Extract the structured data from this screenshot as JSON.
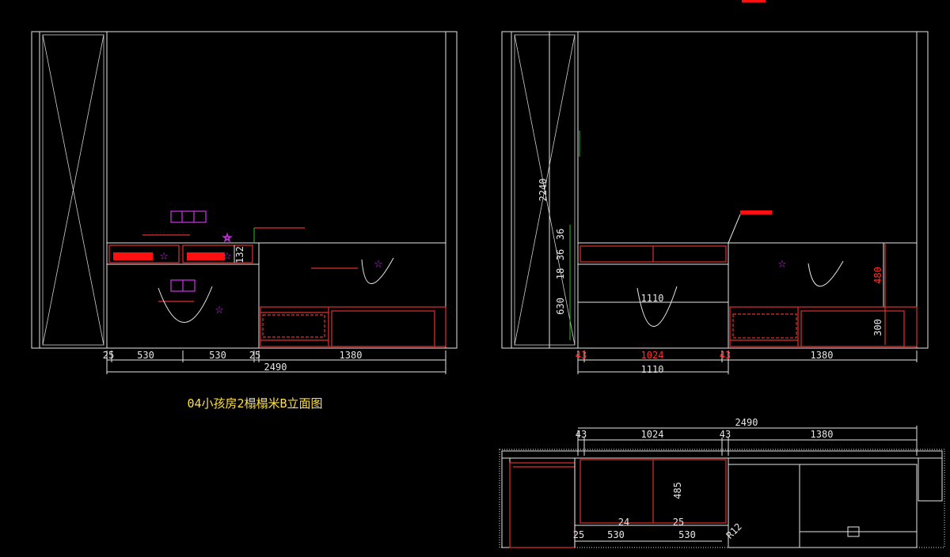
{
  "drawing_title": "04小孩房2榻榻米B立面图",
  "colors": {
    "background": "#000000",
    "line": "#e6e6e6",
    "furniture": "#e03030",
    "marker": "#c030d8",
    "title": "#ffe040",
    "green": "#30c030"
  },
  "icons": {
    "star": "☆"
  },
  "left_elevation": {
    "bottom_dims": [
      "25",
      "530",
      "530",
      "25",
      "1380"
    ],
    "overall_dim": "2490",
    "vertical_dim": "132"
  },
  "right_elevation": {
    "bottom_dims": [
      "43",
      "1024",
      "43",
      "1380"
    ],
    "overall_dim": "1110",
    "height_dim": "2240",
    "left_vertical_dims": [
      "36",
      "36",
      "18",
      "630"
    ],
    "inner_width": "1110",
    "right_vertical_dims": [
      "480",
      "300"
    ]
  },
  "plan_view": {
    "overall_dim": "2490",
    "top_dims": [
      "43",
      "1024",
      "43",
      "1380"
    ],
    "bottom_dims": [
      "25",
      "530",
      "530"
    ],
    "depth_dim": "485",
    "small_dims": [
      "24",
      "25"
    ],
    "radius_dim": "R12"
  }
}
